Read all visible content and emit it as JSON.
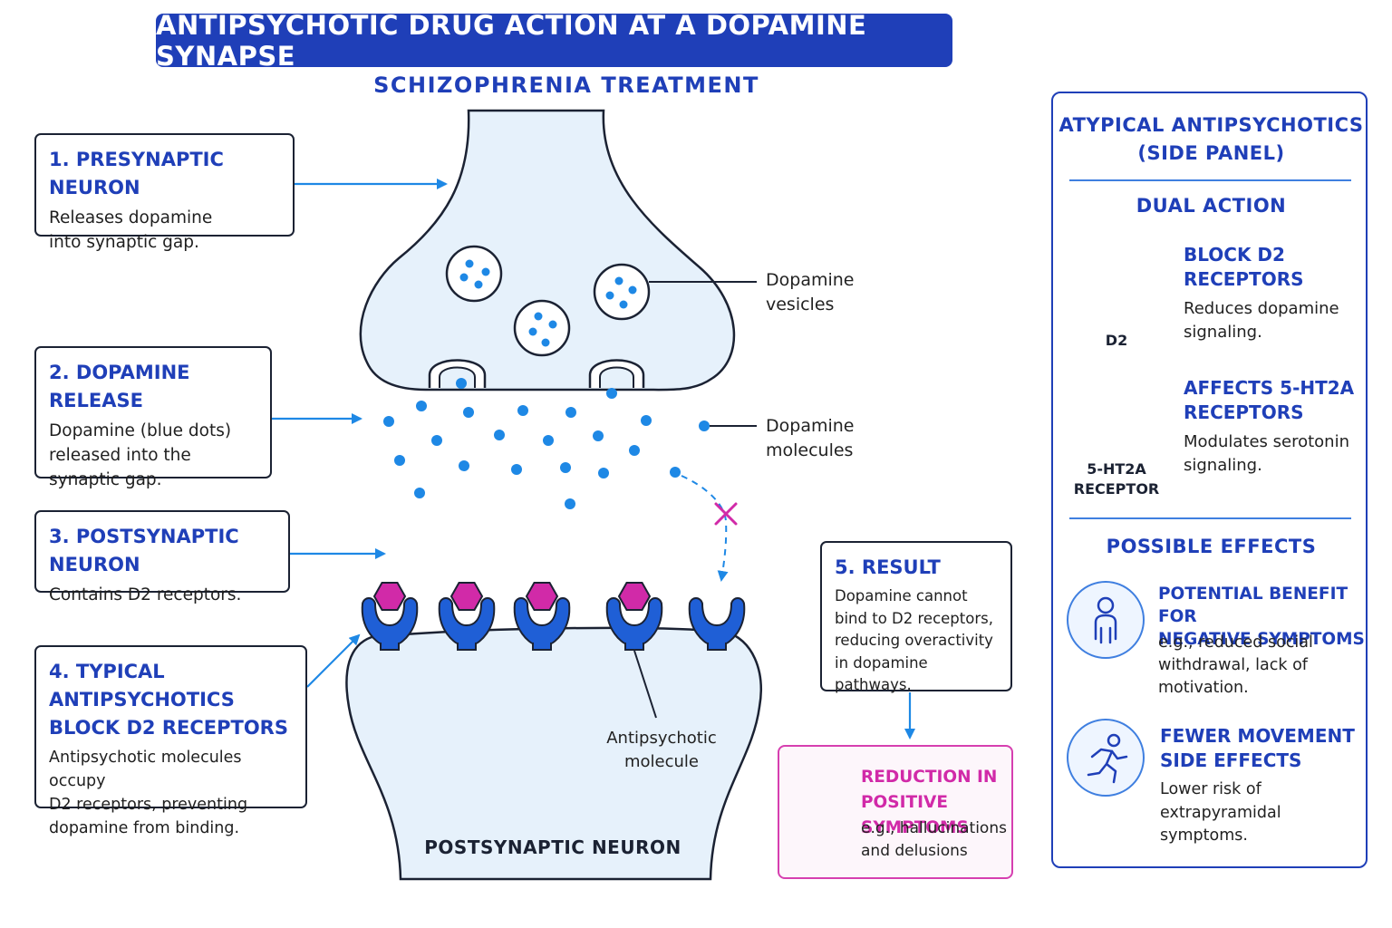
{
  "title": "ANTIPSYCHOTIC DRUG ACTION AT A DOPAMINE SYNAPSE",
  "subtitle": "SCHIZOPHRENIA TREATMENT",
  "steps": [
    {
      "title": "1. PRESYNAPTIC NEURON",
      "desc_lines": [
        "Releases dopamine",
        "into synaptic gap."
      ]
    },
    {
      "title": "2. DOPAMINE RELEASE",
      "desc_lines": [
        "Dopamine (blue dots)",
        "released into the",
        "synaptic gap."
      ]
    },
    {
      "title": "3. POSTSYNAPTIC NEURON",
      "desc_lines": [
        "Contains D2 receptors."
      ]
    },
    {
      "title_lines": [
        "4. TYPICAL ANTIPSYCHOTICS",
        "BLOCK D2 RECEPTORS"
      ],
      "desc_lines": [
        "Antipsychotic molecules occupy",
        "D2 receptors, preventing",
        "dopamine from binding."
      ]
    }
  ],
  "labels": {
    "vesicles": [
      "Dopamine",
      "vesicles"
    ],
    "molecules": [
      "Dopamine",
      "molecules"
    ],
    "antipsychotic": [
      "Antipsychotic",
      "molecule"
    ],
    "postsynaptic": "POSTSYNAPTIC NEURON"
  },
  "result": {
    "title": "5. RESULT",
    "desc_lines": [
      "Dopamine cannot",
      "bind to D2 receptors,",
      "reducing overactivity",
      "in dopamine pathways."
    ]
  },
  "reduction": {
    "title_lines": [
      "REDUCTION IN",
      "POSITIVE SYMPTOMS"
    ],
    "desc_lines": [
      "e.g., hallucinations",
      "and delusions"
    ]
  },
  "panel": {
    "title_lines": [
      "ATYPICAL ANTIPSYCHOTICS",
      "(SIDE PANEL)"
    ],
    "dual_action": "DUAL ACTION",
    "d2": {
      "title_lines": [
        "BLOCK D2",
        "RECEPTORS"
      ],
      "desc_lines": [
        "Reduces dopamine",
        "signaling."
      ],
      "caption": "D2"
    },
    "ht2a": {
      "title_lines": [
        "AFFECTS 5-HT2A",
        "RECEPTORS"
      ],
      "desc_lines": [
        "Modulates serotonin",
        "signaling."
      ],
      "caption_lines": [
        "5-HT2A",
        "RECEPTOR"
      ]
    },
    "possible_effects": "POSSIBLE EFFECTS",
    "benefit": {
      "title_lines": [
        "POTENTIAL BENEFIT FOR",
        "NEGATIVE SYMPTOMS"
      ],
      "desc_lines": [
        "e.g., reduced social",
        "withdrawal, lack of",
        "motivation."
      ]
    },
    "movement": {
      "title_lines": [
        "FEWER MOVEMENT",
        "SIDE EFFECTS"
      ],
      "desc_lines": [
        "Lower risk of",
        "extrapyramidal",
        "symptoms."
      ]
    }
  },
  "colors": {
    "accent_blue": "#1f3fb8",
    "dopamine_dot": "#1e88e5",
    "receptor_blue": "#1f5fd6",
    "antipsychotic_magenta": "#d12aa8",
    "ht2a_purple": "#a24ee0",
    "neuron_fill": "#e6f1fb"
  },
  "icons": [
    "head-check-icon",
    "person-icon",
    "running-person-icon",
    "x-mark-icon"
  ]
}
